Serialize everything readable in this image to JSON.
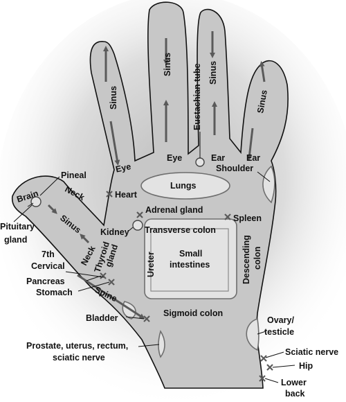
{
  "labels": {
    "sinus_finger1": "Sinus",
    "sinus_finger2": "Sinus",
    "sinus_finger3": "Sinus",
    "sinus_finger4": "Sinus",
    "sinus_thumb": "Sinus",
    "eustachian_tube": "Eustachian tube",
    "eye_left": "Eye",
    "eye_right": "Eye",
    "ear_middle": "Ear",
    "ear_right": "Ear",
    "shoulder": "Shoulder",
    "pineal": "Pineal",
    "brain": "Brain",
    "neck_top": "Neck",
    "heart": "Heart",
    "lungs": "Lungs",
    "pituitary_line1": "Pituitary",
    "pituitary_line2": "gland",
    "adrenal_gland": "Adrenal gland",
    "spleen": "Spleen",
    "kidney": "Kidney",
    "transverse_colon": "Transverse colon",
    "seventh_line1": "7th",
    "seventh_line2": "Cervical",
    "neck_thumb": "Neck",
    "thyroid_line1": "Thyroid",
    "thyroid_line2": "gland",
    "ureter": "Ureter",
    "small_int_line1": "Small",
    "small_int_line2": "intestines",
    "descending_line1": "Descending",
    "descending_line2": "colon",
    "pancreas": "Pancreas",
    "stomach": "Stomach",
    "spine": "Spine",
    "bladder": "Bladder",
    "sigmoid_colon": "Sigmoid colon",
    "ovary_line1": "Ovary/",
    "ovary_line2": "testicle",
    "prostate_line1": "Prostate, uterus, rectum,",
    "prostate_line2": "sciatic nerve",
    "sciatic_nerve": "Sciatic nerve",
    "hip": "Hip",
    "lower_back_line1": "Lower",
    "lower_back_line2": "back"
  },
  "colors": {
    "hand_fill": "#c7c7c7",
    "zone_fill": "#e3e3e3",
    "arrow": "#5a5a5a",
    "outline": "#111111"
  }
}
